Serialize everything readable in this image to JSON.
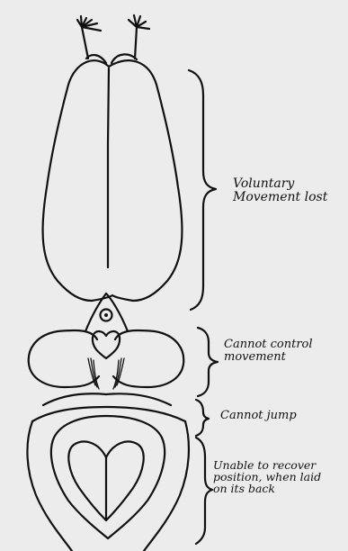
{
  "labels": {
    "cerebrum": [
      "Voluntary",
      "Movement lost"
    ],
    "optic_lobes": [
      "Cannot control",
      "movement"
    ],
    "cerebellum": [
      "Cannot jump"
    ],
    "medulla": [
      "Unable to recover",
      "position, when laid",
      "on its back"
    ]
  },
  "colors": {
    "background": "#ececec",
    "ink": "#111111"
  }
}
